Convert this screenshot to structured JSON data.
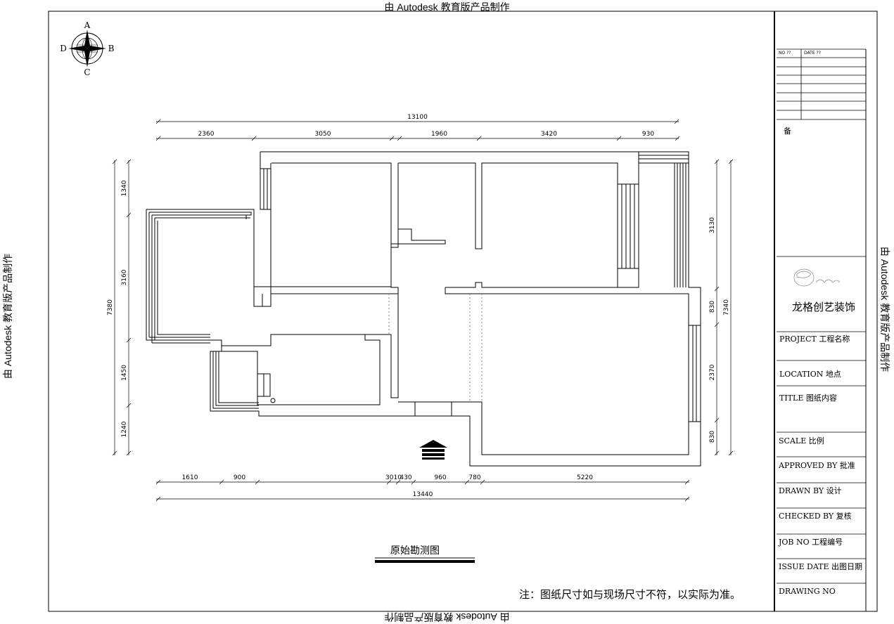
{
  "watermark": "由 Autodesk 教育版产品制作",
  "compass": {
    "n": "A",
    "s": "C",
    "w": "D",
    "e": "B"
  },
  "dimensions": {
    "top_total": "13100",
    "top_segments": [
      "2360",
      "3050",
      "1960",
      "3420",
      "930"
    ],
    "bottom_total": "13440",
    "bottom_segments": [
      "1610",
      "900",
      "3010",
      "430",
      "960",
      "780",
      "5220"
    ],
    "left_total": "7380",
    "left_segments": [
      "1340",
      "3160",
      "1450",
      "1240"
    ],
    "right_total": "7340",
    "right_segments": [
      "3130",
      "830",
      "2370",
      "830"
    ]
  },
  "drawing_title": "原始勘测图",
  "note": "注：图纸尺寸如与现场尺寸不符，以实际为准。",
  "title_block": {
    "no_label": "NO ??",
    "date_label": "DATE ??",
    "remark": "备",
    "company": "龙格创艺装饰",
    "rows": [
      "PROJECT 工程名称",
      "LOCATION 地点",
      "TITLE  图纸内容",
      "SCALE 比例",
      "APPROVED BY 批准",
      "DRAWN BY 设计",
      "CHECKED BY 复核",
      "JOB NO 工程编号",
      "ISSUE DATE 出图日期",
      "DRAWING NO"
    ]
  }
}
